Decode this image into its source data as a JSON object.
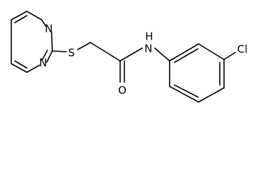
{
  "structure": {
    "atoms": {
      "n_top": "N",
      "n_bottom": "N",
      "sulfur": "S",
      "amide_n": "N",
      "amide_h": "H",
      "oxygen": "O",
      "chlorine": "Cl"
    }
  }
}
